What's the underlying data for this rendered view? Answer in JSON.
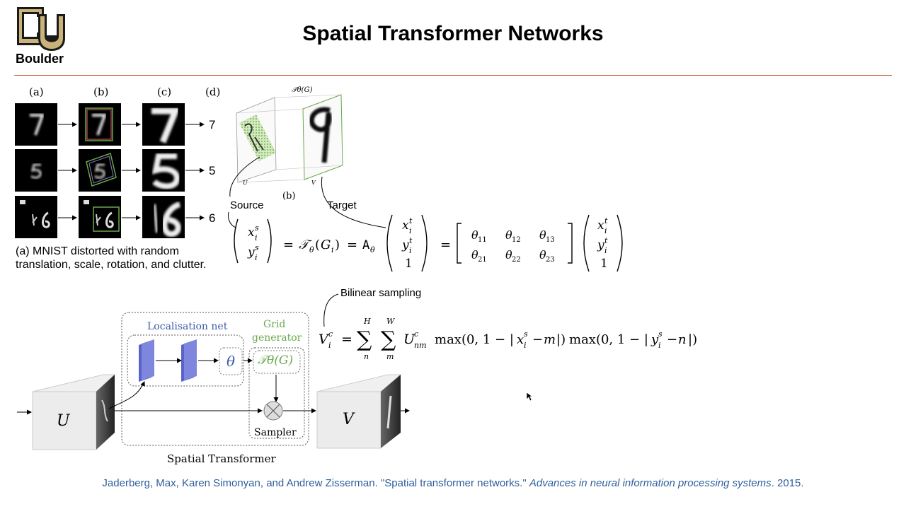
{
  "header": {
    "logo_text": "Boulder",
    "title": "Spatial Transformer Networks"
  },
  "mnist_figure": {
    "column_labels": [
      "(a)",
      "(b)",
      "(c)",
      "(d)"
    ],
    "outputs": [
      "7",
      "5",
      "6"
    ],
    "caption_line1": "(a) MNIST distorted with random",
    "caption_line2": "translation, scale, rotation, and clutter."
  },
  "grid_figure": {
    "transform_label": "𝒯θ(G)",
    "u_label": "U",
    "v_label": "V",
    "sub_label": "(b)",
    "source_label": "Source",
    "target_label": "Target"
  },
  "bilinear": {
    "label": "Bilinear sampling"
  },
  "architecture": {
    "localisation_label": "Localisation net",
    "grid_label_line1": "Grid",
    "grid_label_line2": "generator",
    "sampler_label": "Sampler",
    "theta": "θ",
    "transform": "𝒯θ(G)",
    "u": "U",
    "v": "V",
    "caption": "Spatial Transformer"
  },
  "citation": {
    "authors": "Jaderberg, Max, Karen Simonyan, and Andrew Zisserman. \"Spatial transformer networks.\" ",
    "venue": "Advances in neural information processing systems",
    "year": ". 2015."
  },
  "colors": {
    "divider": "#c8552d",
    "citation": "#2f5f9c",
    "localisation": "#3b5ba9",
    "grid": "#6aa84f",
    "block": "#7f86dd"
  }
}
